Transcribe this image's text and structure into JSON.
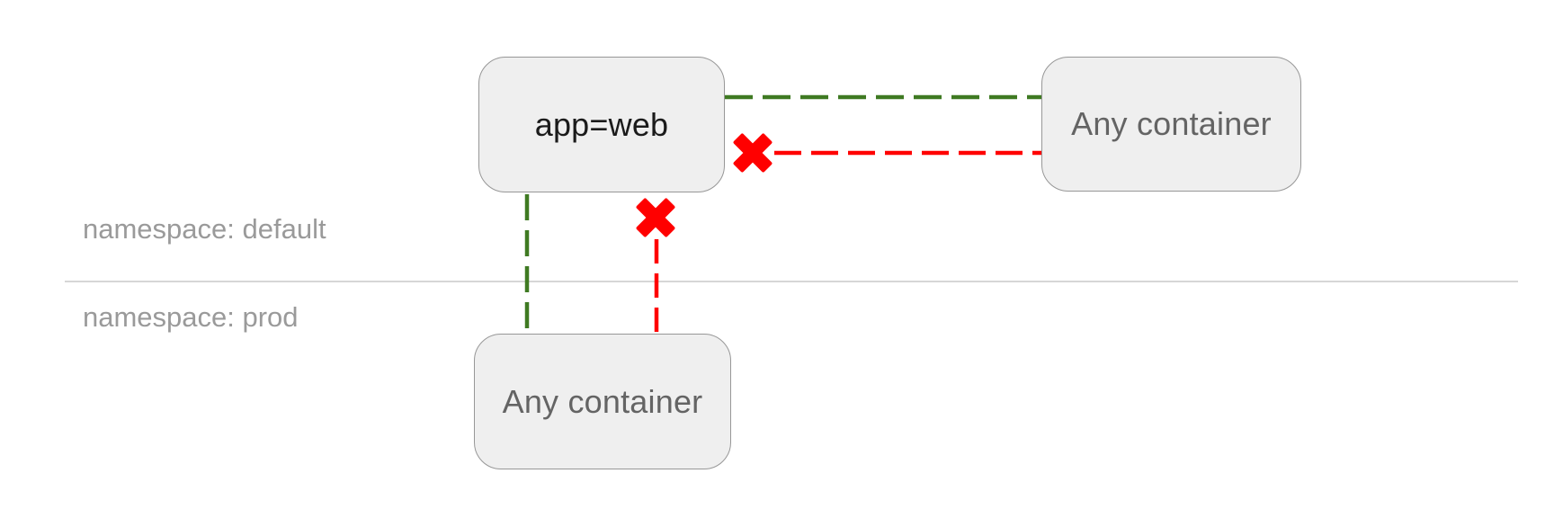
{
  "diagram": {
    "background": "#ffffff",
    "namespaces": [
      {
        "id": "default",
        "label": "namespace: default"
      },
      {
        "id": "prod",
        "label": "namespace: prod"
      }
    ],
    "nodes": [
      {
        "id": "app-web",
        "label": "app=web",
        "namespace": "default"
      },
      {
        "id": "any-container-default",
        "label": "Any container",
        "namespace": "default"
      },
      {
        "id": "any-container-prod",
        "label": "Any container",
        "namespace": "prod"
      }
    ],
    "edges": [
      {
        "from": "app-web",
        "to": "any-container-default",
        "status": "allowed",
        "style": "dashed"
      },
      {
        "from": "any-container-default",
        "to": "app-web",
        "status": "blocked",
        "style": "dashed"
      },
      {
        "from": "app-web",
        "to": "any-container-prod",
        "status": "allowed",
        "style": "dashed"
      },
      {
        "from": "any-container-prod",
        "to": "app-web",
        "status": "blocked",
        "style": "dashed"
      }
    ],
    "colors": {
      "allowed": "#3f7a22",
      "blocked": "#ff0000",
      "node_fill": "#efefef",
      "node_border": "#979797",
      "node_text_primary": "#1b1b1b",
      "node_text_secondary": "#646464",
      "namespace_label": "#9a9a9a",
      "separator": "#d6d6d6"
    }
  }
}
